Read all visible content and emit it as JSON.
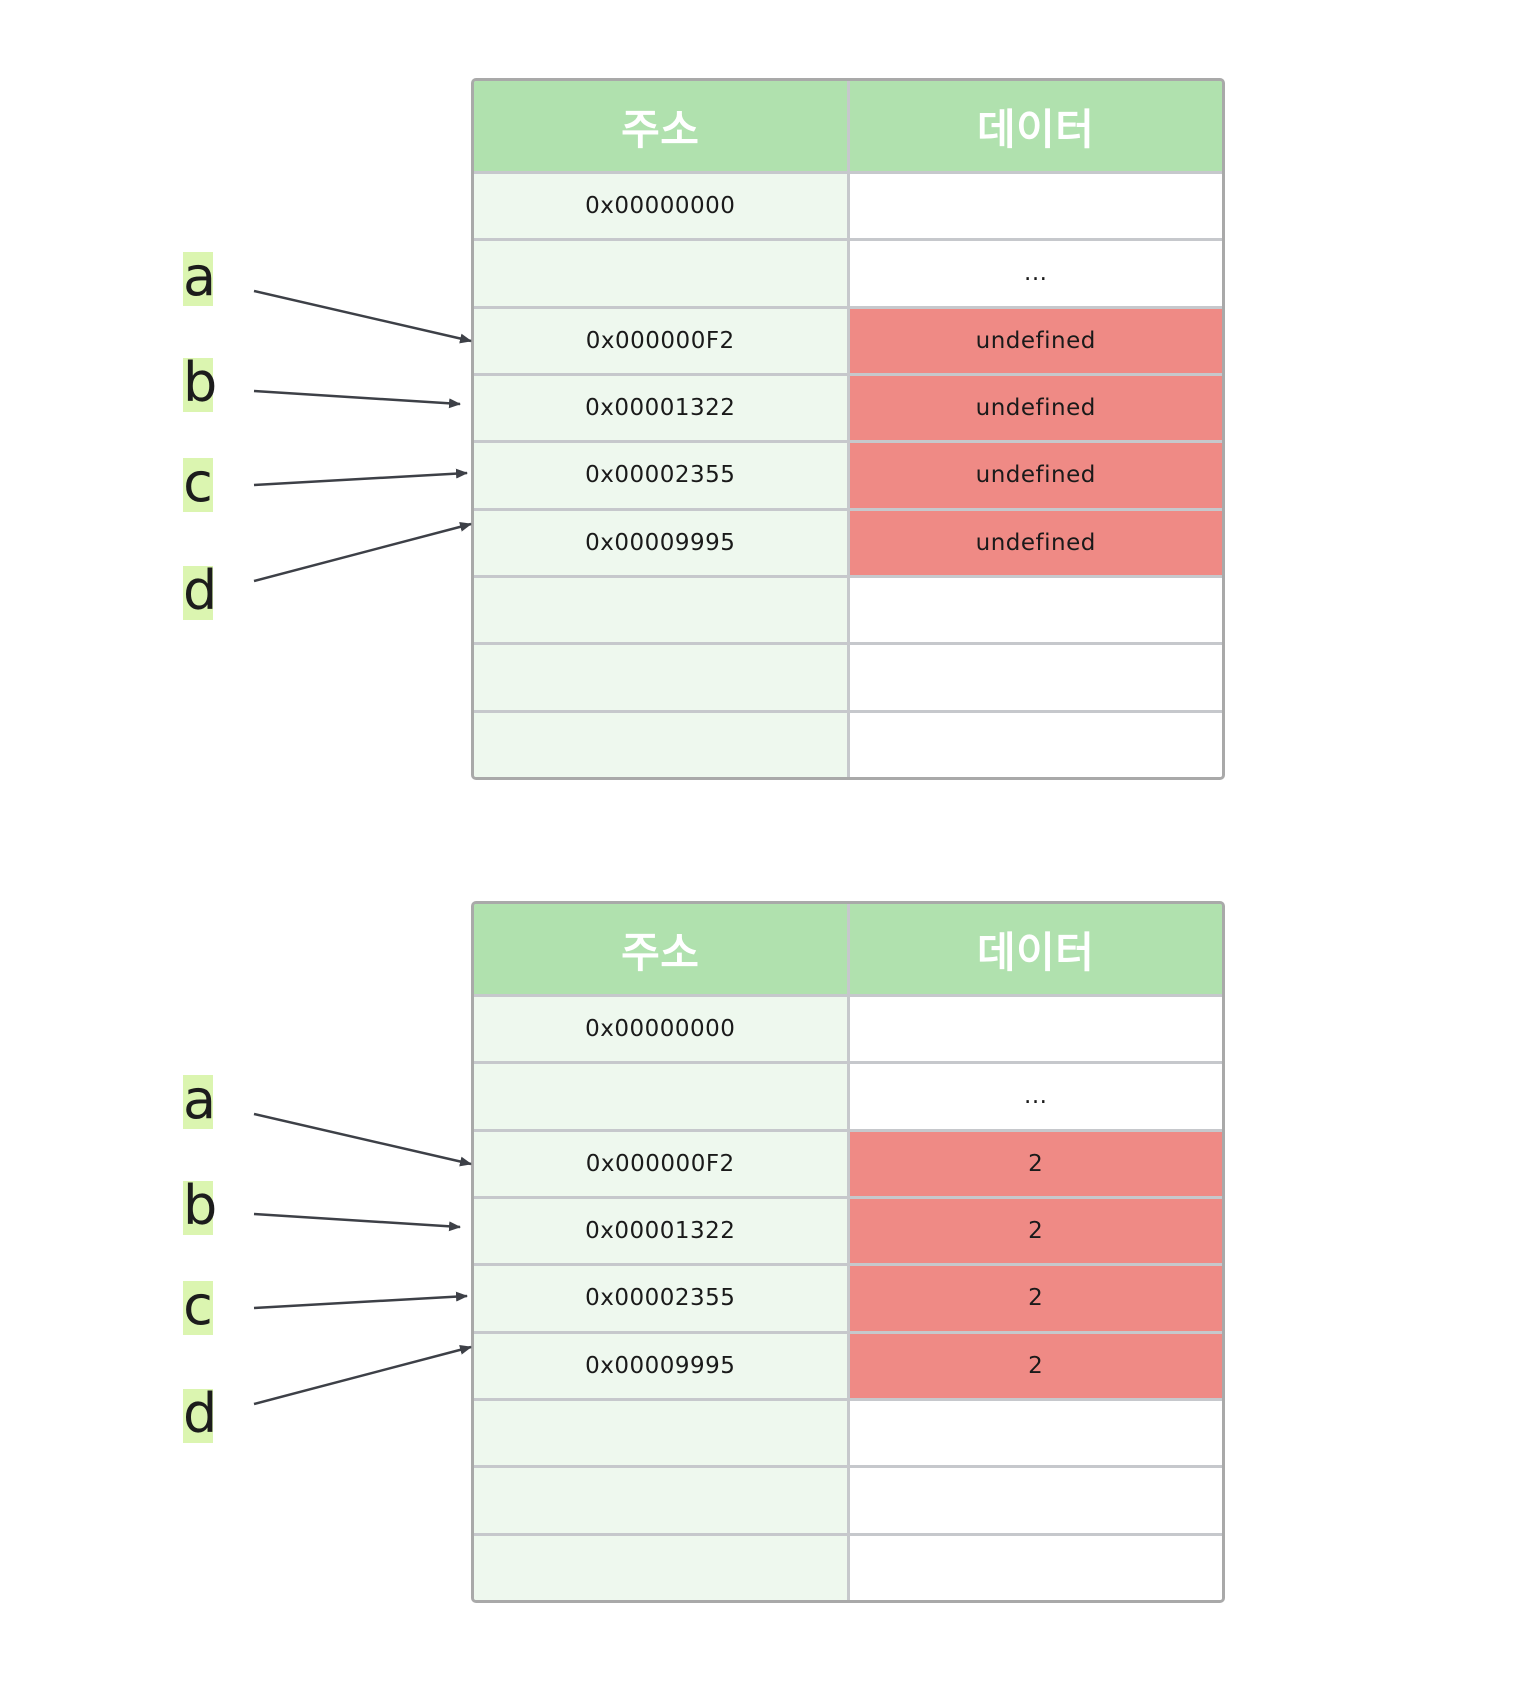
{
  "diagrams": [
    {
      "header": {
        "address": "주소",
        "data": "데이터"
      },
      "rows": [
        {
          "address": "0x00000000",
          "data": "",
          "highlight": false
        },
        {
          "address": "",
          "data": "...",
          "highlight": false
        },
        {
          "address": "0x000000F2",
          "data": "undefined",
          "highlight": true
        },
        {
          "address": "0x00001322",
          "data": "undefined",
          "highlight": true
        },
        {
          "address": "0x00002355",
          "data": "undefined",
          "highlight": true
        },
        {
          "address": "0x00009995",
          "data": "undefined",
          "highlight": true
        },
        {
          "address": "",
          "data": "",
          "highlight": false
        },
        {
          "address": "",
          "data": "",
          "highlight": false
        },
        {
          "address": "",
          "data": "",
          "highlight": false
        }
      ],
      "variables": [
        "a",
        "b",
        "c",
        "d"
      ]
    },
    {
      "header": {
        "address": "주소",
        "data": "데이터"
      },
      "rows": [
        {
          "address": "0x00000000",
          "data": "",
          "highlight": false
        },
        {
          "address": "",
          "data": "...",
          "highlight": false
        },
        {
          "address": "0x000000F2",
          "data": "2",
          "highlight": true
        },
        {
          "address": "0x00001322",
          "data": "2",
          "highlight": true
        },
        {
          "address": "0x00002355",
          "data": "2",
          "highlight": true
        },
        {
          "address": "0x00009995",
          "data": "2",
          "highlight": true
        },
        {
          "address": "",
          "data": "",
          "highlight": false
        },
        {
          "address": "",
          "data": "",
          "highlight": false
        },
        {
          "address": "",
          "data": "",
          "highlight": false
        }
      ],
      "variables": [
        "a",
        "b",
        "c",
        "d"
      ]
    }
  ],
  "colors": {
    "header_bg": "#b0e1ae",
    "address_bg": "#eef8ee",
    "highlight_bg": "#ef8a85",
    "label_bg": "#dbf5b0",
    "arrow": "#3d4047"
  }
}
